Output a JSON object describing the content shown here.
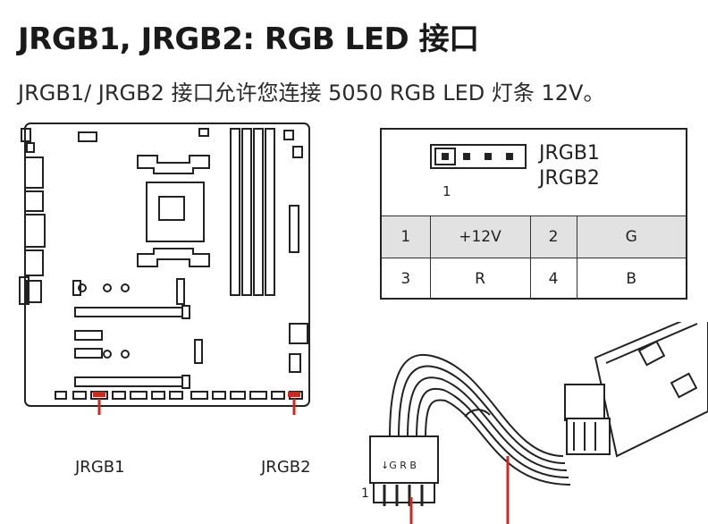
{
  "heading": "JRGB1, JRGB2: RGB LED 接口",
  "description": "JRGB1/ JRGB2 接口允许您连接 5050 RGB LED 灯条 12V。",
  "board_labels": {
    "jrgb1": "JRGB1",
    "jrgb2": "JRGB2"
  },
  "connector": {
    "names": [
      "JRGB1",
      "JRGB2"
    ],
    "pin1_mark": "1",
    "pins": [
      {
        "pin": "1",
        "signal": "+12V",
        "pin2": "2",
        "signal2": "G"
      },
      {
        "pin": "3",
        "signal": "R",
        "pin2": "4",
        "signal2": "B"
      }
    ]
  },
  "cable": {
    "plug_text": "↓G R B",
    "pin1_mark": "1"
  },
  "colors": {
    "accent": "#d0281e",
    "row_shade": "#e2e2e2"
  }
}
